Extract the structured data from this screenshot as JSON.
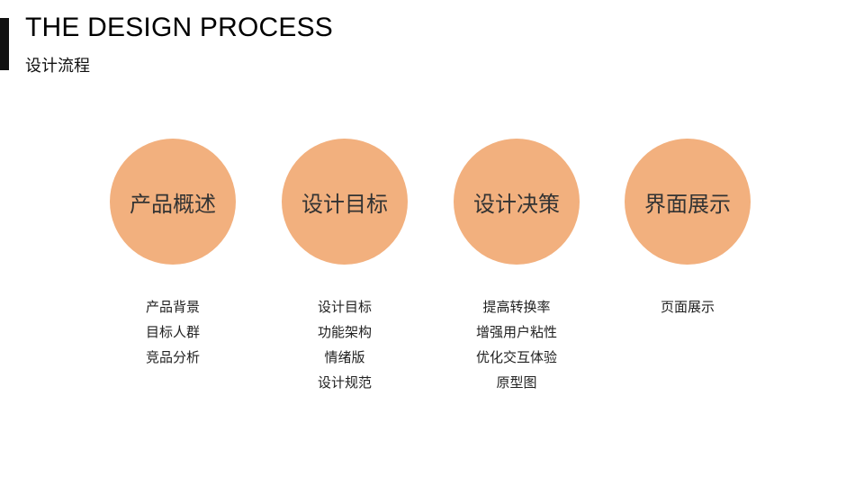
{
  "header": {
    "title": "THE DESIGN PROCESS",
    "subtitle": "设计流程"
  },
  "accent_color": "#F2B07E",
  "steps": [
    {
      "label": "产品概述",
      "items": [
        "产品背景",
        "目标人群",
        "竞品分析"
      ]
    },
    {
      "label": "设计目标",
      "items": [
        "设计目标",
        "功能架构",
        "情绪版",
        "设计规范"
      ]
    },
    {
      "label": "设计决策",
      "items": [
        "提高转换率",
        "增强用户粘性",
        "优化交互体验",
        "原型图"
      ]
    },
    {
      "label": "界面展示",
      "items": [
        "页面展示"
      ]
    }
  ]
}
